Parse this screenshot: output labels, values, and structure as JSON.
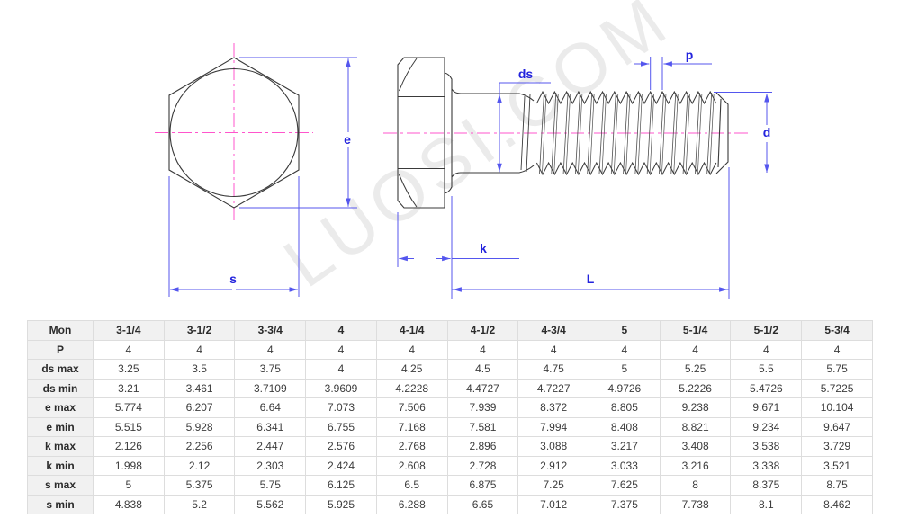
{
  "watermark": "LUOSI.COM",
  "drawing": {
    "dimension_labels": {
      "e": "e",
      "s": "s",
      "ds": "ds",
      "k": "k",
      "L": "L",
      "p": "p",
      "d": "d"
    },
    "colors": {
      "dimension_blue": "#5456ee",
      "label_blue": "#2323dd",
      "centerline_pink": "#ff55cc",
      "outline_dark": "#3a3a3a"
    }
  },
  "table": {
    "corner_label": "Mon",
    "sizes": [
      "3-1/4",
      "3-1/2",
      "3-3/4",
      "4",
      "4-1/4",
      "4-1/2",
      "4-3/4",
      "5",
      "5-1/4",
      "5-1/2",
      "5-3/4"
    ],
    "rows": [
      {
        "label": "P",
        "values": [
          "4",
          "4",
          "4",
          "4",
          "4",
          "4",
          "4",
          "4",
          "4",
          "4",
          "4"
        ]
      },
      {
        "label": "ds max",
        "values": [
          "3.25",
          "3.5",
          "3.75",
          "4",
          "4.25",
          "4.5",
          "4.75",
          "5",
          "5.25",
          "5.5",
          "5.75"
        ]
      },
      {
        "label": "ds min",
        "values": [
          "3.21",
          "3.461",
          "3.7109",
          "3.9609",
          "4.2228",
          "4.4727",
          "4.7227",
          "4.9726",
          "5.2226",
          "5.4726",
          "5.7225"
        ]
      },
      {
        "label": "e max",
        "values": [
          "5.774",
          "6.207",
          "6.64",
          "7.073",
          "7.506",
          "7.939",
          "8.372",
          "8.805",
          "9.238",
          "9.671",
          "10.104"
        ]
      },
      {
        "label": "e min",
        "values": [
          "5.515",
          "5.928",
          "6.341",
          "6.755",
          "7.168",
          "7.581",
          "7.994",
          "8.408",
          "8.821",
          "9.234",
          "9.647"
        ]
      },
      {
        "label": "k max",
        "values": [
          "2.126",
          "2.256",
          "2.447",
          "2.576",
          "2.768",
          "2.896",
          "3.088",
          "3.217",
          "3.408",
          "3.538",
          "3.729"
        ]
      },
      {
        "label": "k min",
        "values": [
          "1.998",
          "2.12",
          "2.303",
          "2.424",
          "2.608",
          "2.728",
          "2.912",
          "3.033",
          "3.216",
          "3.338",
          "3.521"
        ]
      },
      {
        "label": "s max",
        "values": [
          "5",
          "5.375",
          "5.75",
          "6.125",
          "6.5",
          "6.875",
          "7.25",
          "7.625",
          "8",
          "8.375",
          "8.75"
        ]
      },
      {
        "label": "s min",
        "values": [
          "4.838",
          "5.2",
          "5.562",
          "5.925",
          "6.288",
          "6.65",
          "7.012",
          "7.375",
          "7.738",
          "8.1",
          "8.462"
        ]
      }
    ]
  }
}
